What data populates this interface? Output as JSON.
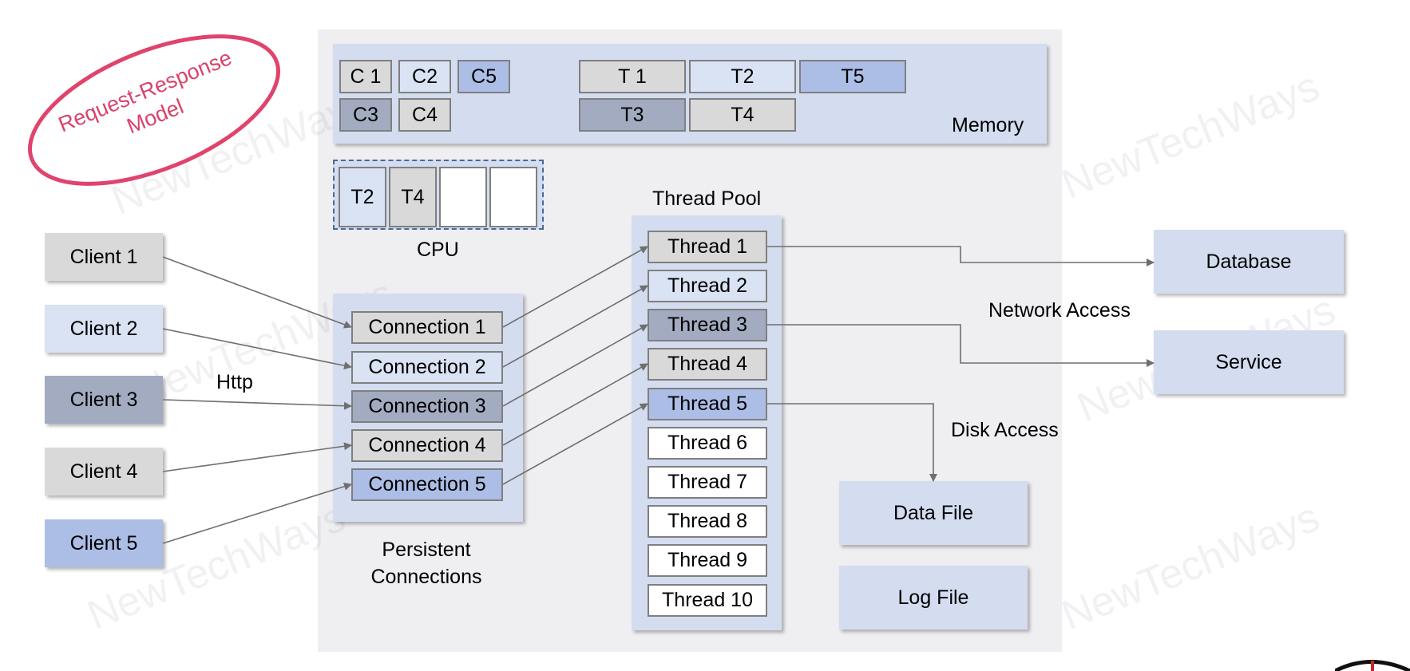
{
  "badge": {
    "line1": "Request-Response",
    "line2": "Model"
  },
  "watermark": "NewTechWays",
  "memory": {
    "label": "Memory",
    "cells": [
      "C 1",
      "C2",
      "C5",
      "C3",
      "C4",
      "T 1",
      "T2",
      "T5",
      "T3",
      "T4"
    ]
  },
  "cpu": {
    "label": "CPU",
    "slots": [
      "T2",
      "T4",
      "",
      ""
    ]
  },
  "clients": [
    "Client 1",
    "Client 2",
    "Client 3",
    "Client 4",
    "Client 5"
  ],
  "http_label": "Http",
  "connections": {
    "items": [
      "Connection  1",
      "Connection 2",
      "Connection 3",
      "Connection 4",
      "Connection 5"
    ],
    "caption_line1": "Persistent",
    "caption_line2": "Connections"
  },
  "thread_pool": {
    "title": "Thread Pool",
    "threads": [
      "Thread 1",
      "Thread 2",
      "Thread 3",
      "Thread 4",
      "Thread 5",
      "Thread 6",
      "Thread 7",
      "Thread 8",
      "Thread 9",
      "Thread 10"
    ]
  },
  "resources": {
    "database": "Database",
    "service": "Service",
    "data_file": "Data File",
    "log_file": "Log File",
    "network_access": "Network Access",
    "disk_access": "Disk Access"
  },
  "colors": {
    "gray": "#d9d9d9",
    "light_blue": "#dae3f3",
    "slate": "#a3abc1",
    "blue": "#acbde6",
    "panel": "#d4ddef",
    "badge_red": "#e0436b",
    "arrow": "#6f6f6f"
  }
}
